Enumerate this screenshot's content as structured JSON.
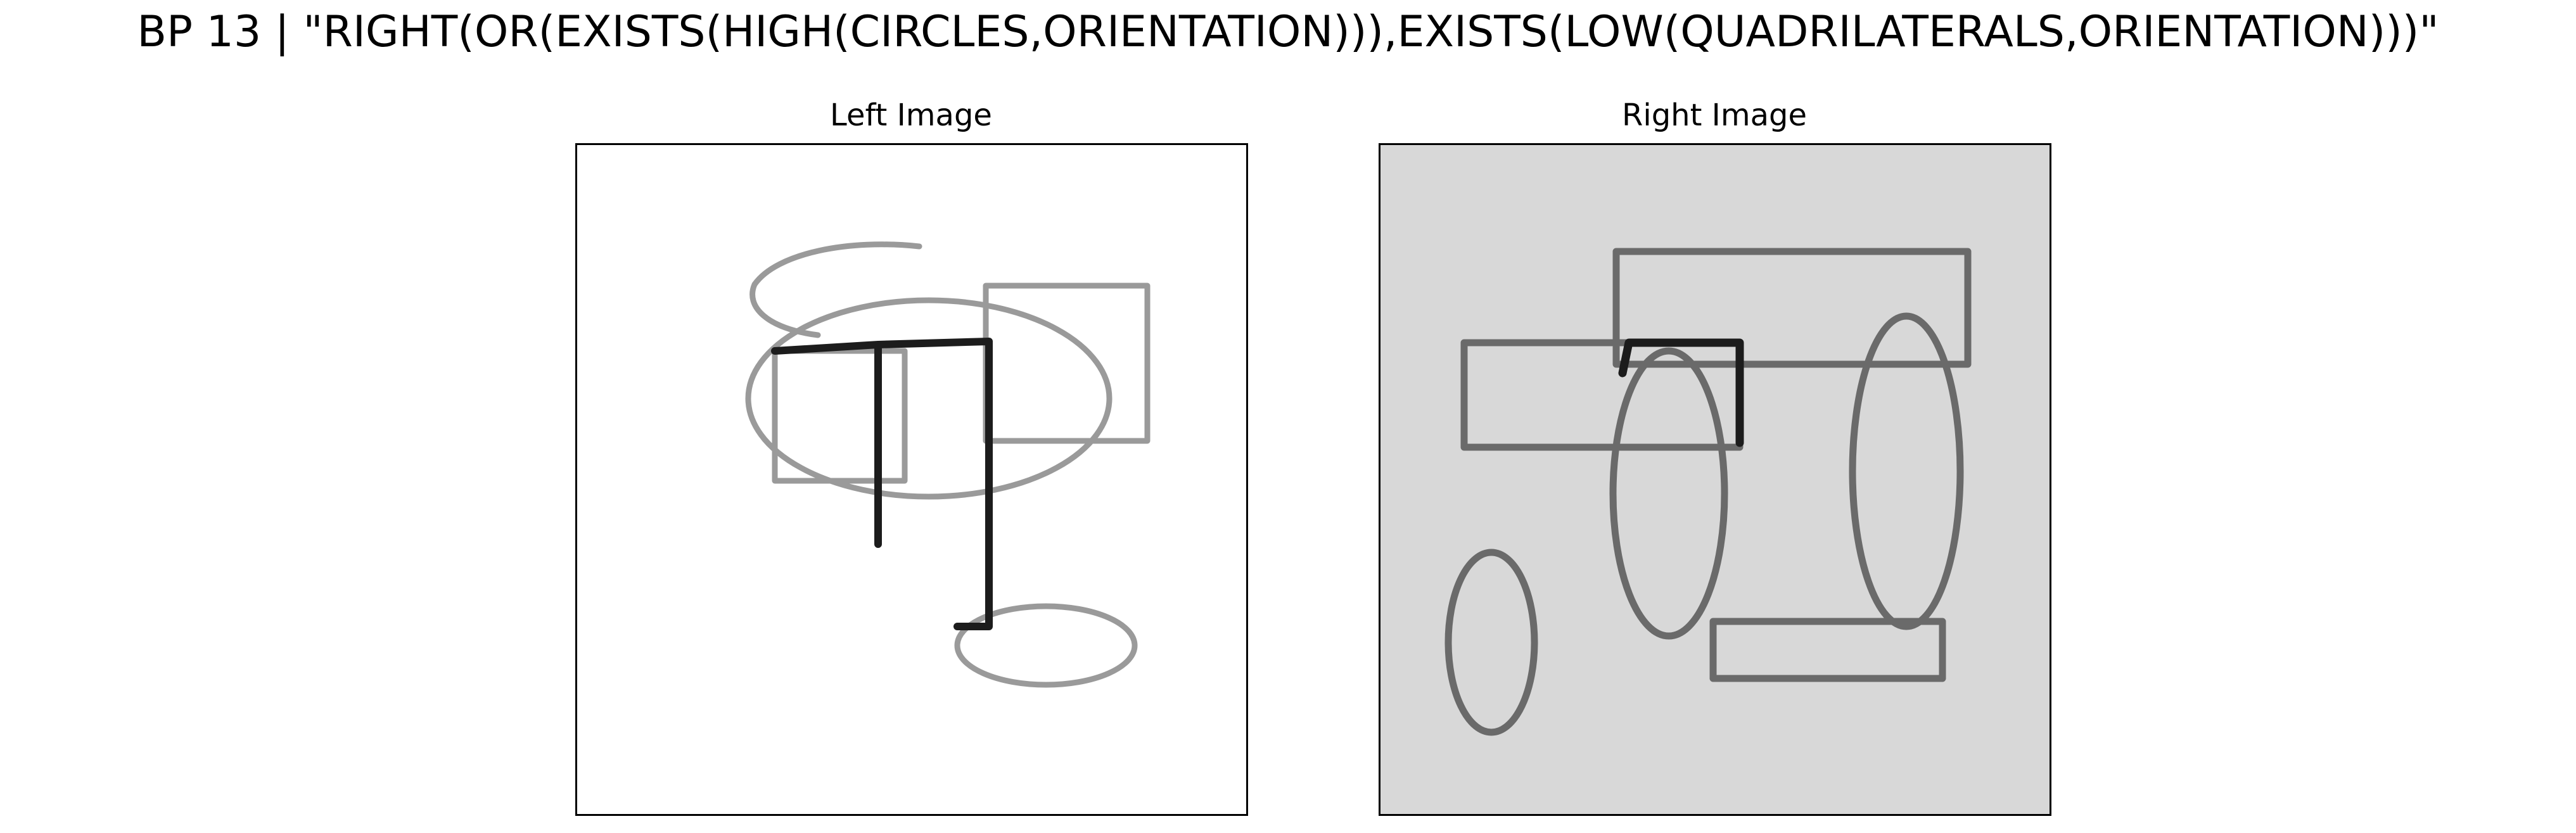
{
  "figure": {
    "title": "BP 13 | \"RIGHT(OR(EXISTS(HIGH(CIRCLES,ORIENTATION))),EXISTS(LOW(QUADRILATERALS,ORIENTATION)))\""
  },
  "panels": {
    "left": {
      "title": "Left Image",
      "background": "#ffffff",
      "stroke": "#9a9a9a",
      "dark_stroke": "#1c1c1c"
    },
    "right": {
      "title": "Right Image",
      "background": "#d8d8d8",
      "stroke": "#6a6a6a",
      "dark_stroke": "#1c1c1c"
    }
  }
}
